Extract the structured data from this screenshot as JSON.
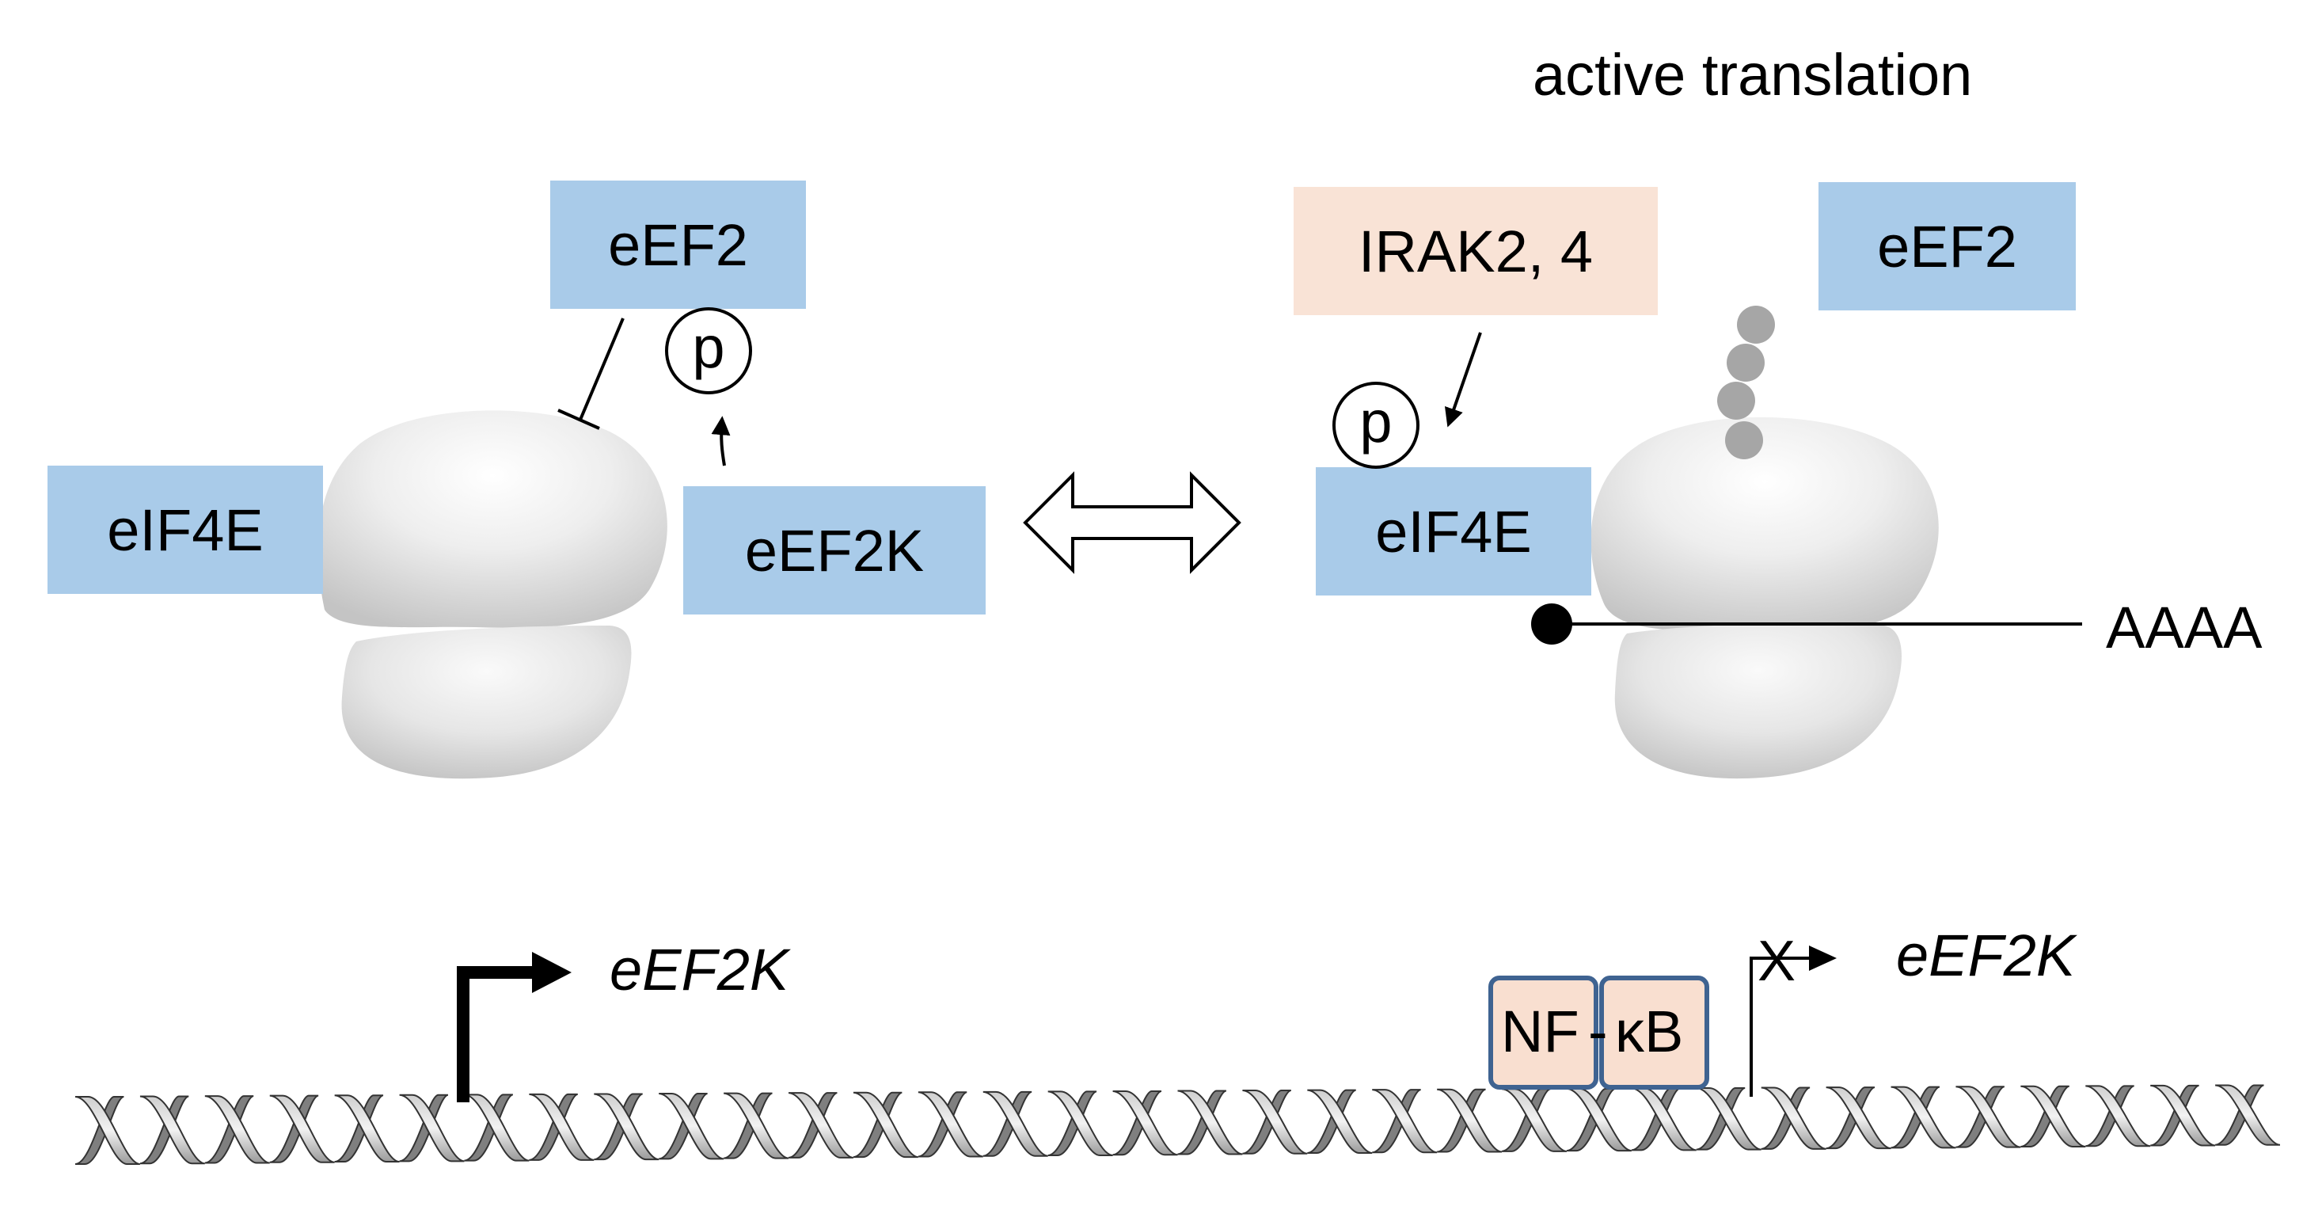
{
  "colors": {
    "factor_blue": "#a9cbe9",
    "kinase_peach": "#f9e3d6",
    "nfkb_border": "#3f6391",
    "ribosome_gray": "#d8d8d8",
    "chain_gray": "#a6a6a6"
  },
  "left_state": {
    "eEF2": "eEF2",
    "eIF4E": "eIF4E",
    "eEF2K": "eEF2K",
    "phospho": "p"
  },
  "right_state": {
    "title": "active translation",
    "kinase": "IRAK2, 4",
    "eEF2": "eEF2",
    "eIF4E": "eIF4E",
    "phospho": "p",
    "polyA": "AAAA"
  },
  "gene": {
    "left_label": "eEF2K",
    "right_label": "eEF2K",
    "blocked_mark": "X",
    "nfkb_left": "NF",
    "nfkb_dash": "-",
    "nfkb_right": "κB"
  }
}
